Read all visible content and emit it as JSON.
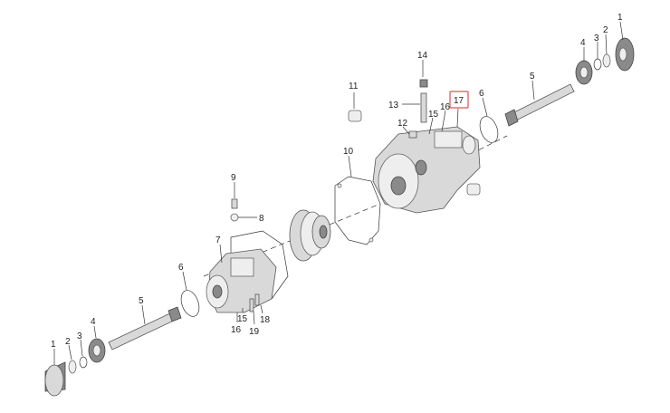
{
  "callouts": [
    {
      "id": "c1-right",
      "text": "1"
    },
    {
      "id": "c2-right",
      "text": "2"
    },
    {
      "id": "c3-right",
      "text": "3"
    },
    {
      "id": "c4-right",
      "text": "4"
    },
    {
      "id": "c5-right",
      "text": "5"
    },
    {
      "id": "c6-right",
      "text": "6"
    },
    {
      "id": "c14",
      "text": "14"
    },
    {
      "id": "c11",
      "text": "11"
    },
    {
      "id": "c13",
      "text": "13"
    },
    {
      "id": "c17",
      "text": "17",
      "highlighted": true
    },
    {
      "id": "c16-top",
      "text": "16"
    },
    {
      "id": "c15-top",
      "text": "15"
    },
    {
      "id": "c12",
      "text": "12"
    },
    {
      "id": "c10",
      "text": "10"
    },
    {
      "id": "c9",
      "text": "9"
    },
    {
      "id": "c8",
      "text": "8"
    },
    {
      "id": "c7",
      "text": "7"
    },
    {
      "id": "c6-left",
      "text": "6"
    },
    {
      "id": "c5-left",
      "text": "5"
    },
    {
      "id": "c4-left",
      "text": "4"
    },
    {
      "id": "c3-left",
      "text": "3"
    },
    {
      "id": "c2-left",
      "text": "2"
    },
    {
      "id": "c1-left",
      "text": "1"
    },
    {
      "id": "c15-bottom",
      "text": "15"
    },
    {
      "id": "c16-bottom",
      "text": "16"
    },
    {
      "id": "c18",
      "text": "18"
    },
    {
      "id": "c19",
      "text": "19"
    }
  ],
  "colors": {
    "highlight": "#d9534f",
    "line": "#333333",
    "part": "#d9d9d9"
  }
}
